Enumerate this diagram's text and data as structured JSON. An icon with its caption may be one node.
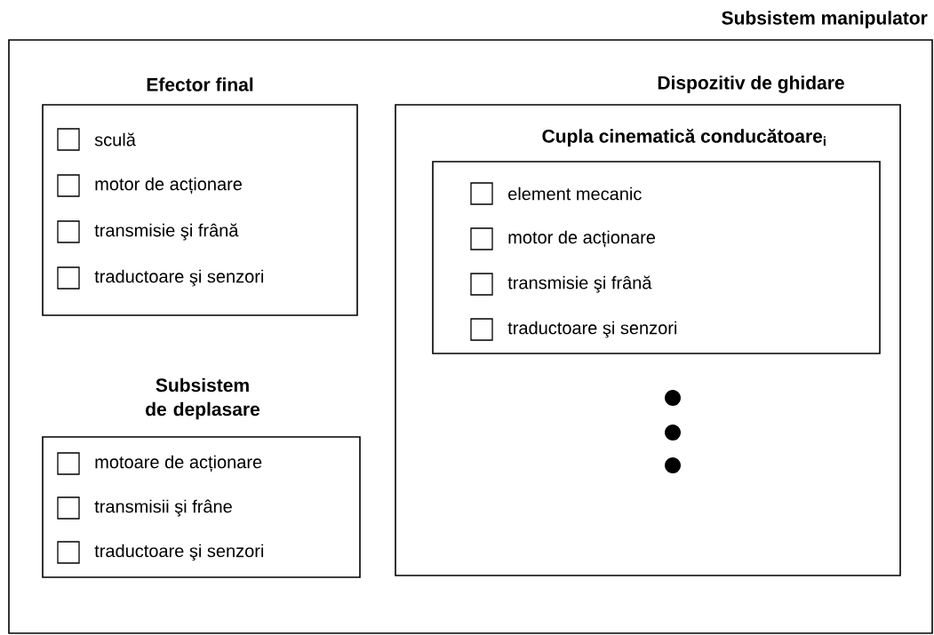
{
  "diagram": {
    "nodes": [
      {
        "text": [
          "Subsistem manipulator"
        ]
      },
      {
        "text": [
          "Efector final",
          "sculă",
          "motor de acționare",
          "transmisie şi frână",
          "traductoare şi senzori"
        ],
        "in": 0
      },
      {
        "text": [
          "Subsistem de deplasare",
          "motoare de acționare",
          "transmisii şi frâne",
          "traductoare şi senzori"
        ],
        "in": 0
      },
      {
        "text": [
          "Dispozitiv de ghidare"
        ],
        "in": 0
      },
      {
        "text": [
          "Cupla cinematică conducătoare$_{i}$",
          "element mecanic",
          "motor de acționare",
          "transmisie şi frână",
          "traductoare şi senzori"
        ],
        "in": 3
      }
    ]
  }
}
